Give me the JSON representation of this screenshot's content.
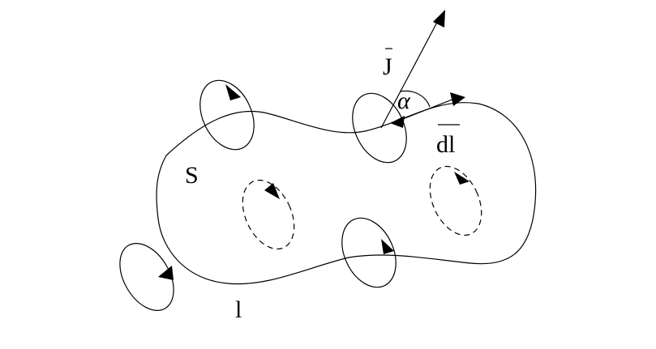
{
  "labels": {
    "current_density": "J",
    "angle": "α",
    "line_element": "dl",
    "surface": "S",
    "contour": "l"
  },
  "colors": {
    "stroke": "#000000",
    "background": "#ffffff"
  }
}
